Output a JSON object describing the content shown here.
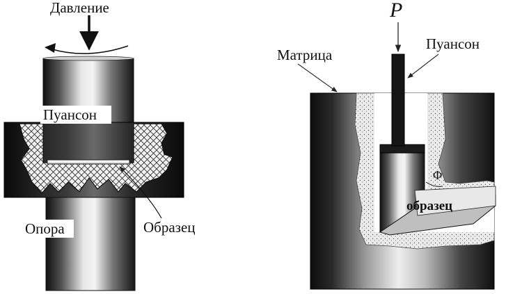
{
  "left_diagram": {
    "label_pressure": "Давление",
    "label_punch": "Пуансон",
    "label_support": "Опора",
    "label_sample": "Образец"
  },
  "right_diagram": {
    "label_p": "P",
    "label_matrix": "Матрица",
    "label_punch": "Пуансон",
    "label_angle": "Φ",
    "label_sample": "образец"
  },
  "colors": {
    "metal_dark": "#1a1a1a",
    "metal_light": "#e6e6e6",
    "hatch": "#2a2a2a",
    "line": "#111111"
  }
}
